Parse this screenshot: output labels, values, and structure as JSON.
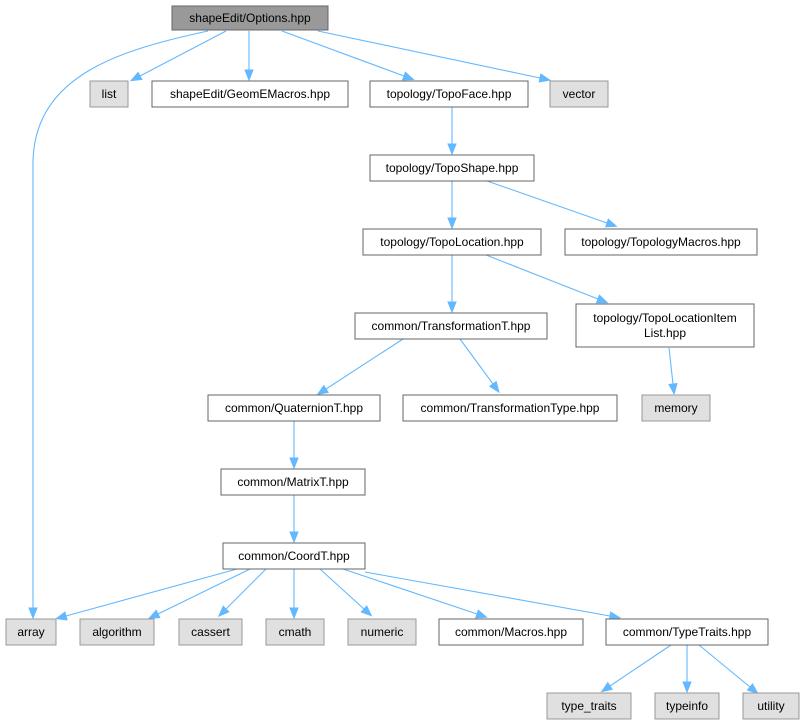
{
  "diagram": {
    "nodes": [
      {
        "id": "options",
        "label": [
          "shapeEdit/Options.hpp"
        ],
        "kind": "root"
      },
      {
        "id": "list",
        "label": [
          "list"
        ],
        "kind": "system"
      },
      {
        "id": "geomemacros",
        "label": [
          "shapeEdit/GeomEMacros.hpp"
        ],
        "kind": "local"
      },
      {
        "id": "topoface",
        "label": [
          "topology/TopoFace.hpp"
        ],
        "kind": "local"
      },
      {
        "id": "vector",
        "label": [
          "vector"
        ],
        "kind": "system"
      },
      {
        "id": "toposhape",
        "label": [
          "topology/TopoShape.hpp"
        ],
        "kind": "local"
      },
      {
        "id": "topolocation",
        "label": [
          "topology/TopoLocation.hpp"
        ],
        "kind": "local"
      },
      {
        "id": "topologymacros",
        "label": [
          "topology/TopologyMacros.hpp"
        ],
        "kind": "local"
      },
      {
        "id": "transformationt",
        "label": [
          "common/TransformationT.hpp"
        ],
        "kind": "local"
      },
      {
        "id": "topolocationitemlist",
        "label": [
          "topology/TopoLocationItem",
          "List.hpp"
        ],
        "kind": "local"
      },
      {
        "id": "quaterniont",
        "label": [
          "common/QuaternionT.hpp"
        ],
        "kind": "local"
      },
      {
        "id": "transformationtype",
        "label": [
          "common/TransformationType.hpp"
        ],
        "kind": "local"
      },
      {
        "id": "memory",
        "label": [
          "memory"
        ],
        "kind": "system"
      },
      {
        "id": "matrixt",
        "label": [
          "common/MatrixT.hpp"
        ],
        "kind": "local"
      },
      {
        "id": "coordt",
        "label": [
          "common/CoordT.hpp"
        ],
        "kind": "local"
      },
      {
        "id": "array",
        "label": [
          "array"
        ],
        "kind": "system"
      },
      {
        "id": "algorithm",
        "label": [
          "algorithm"
        ],
        "kind": "system"
      },
      {
        "id": "cassert",
        "label": [
          "cassert"
        ],
        "kind": "system"
      },
      {
        "id": "cmath",
        "label": [
          "cmath"
        ],
        "kind": "system"
      },
      {
        "id": "numeric",
        "label": [
          "numeric"
        ],
        "kind": "system"
      },
      {
        "id": "macros",
        "label": [
          "common/Macros.hpp"
        ],
        "kind": "local"
      },
      {
        "id": "typetraits",
        "label": [
          "common/TypeTraits.hpp"
        ],
        "kind": "local"
      },
      {
        "id": "type_traits",
        "label": [
          "type_traits"
        ],
        "kind": "system"
      },
      {
        "id": "typeinfo",
        "label": [
          "typeinfo"
        ],
        "kind": "system"
      },
      {
        "id": "utility",
        "label": [
          "utility"
        ],
        "kind": "system"
      }
    ],
    "edges": [
      [
        "options",
        "array"
      ],
      [
        "options",
        "list"
      ],
      [
        "options",
        "geomemacros"
      ],
      [
        "options",
        "topoface"
      ],
      [
        "options",
        "vector"
      ],
      [
        "topoface",
        "toposhape"
      ],
      [
        "toposhape",
        "topolocation"
      ],
      [
        "toposhape",
        "topologymacros"
      ],
      [
        "topolocation",
        "transformationt"
      ],
      [
        "topolocation",
        "topolocationitemlist"
      ],
      [
        "topolocationitemlist",
        "memory"
      ],
      [
        "transformationt",
        "quaterniont"
      ],
      [
        "transformationt",
        "transformationtype"
      ],
      [
        "quaterniont",
        "matrixt"
      ],
      [
        "matrixt",
        "coordt"
      ],
      [
        "coordt",
        "array"
      ],
      [
        "coordt",
        "algorithm"
      ],
      [
        "coordt",
        "cassert"
      ],
      [
        "coordt",
        "cmath"
      ],
      [
        "coordt",
        "numeric"
      ],
      [
        "coordt",
        "macros"
      ],
      [
        "coordt",
        "typetraits"
      ],
      [
        "typetraits",
        "type_traits"
      ],
      [
        "typetraits",
        "typeinfo"
      ],
      [
        "typetraits",
        "utility"
      ]
    ],
    "colors": {
      "edge": "#63b8ff",
      "root_fill": "#999999",
      "local_fill": "#ffffff",
      "system_fill": "#e0e0e0"
    }
  }
}
